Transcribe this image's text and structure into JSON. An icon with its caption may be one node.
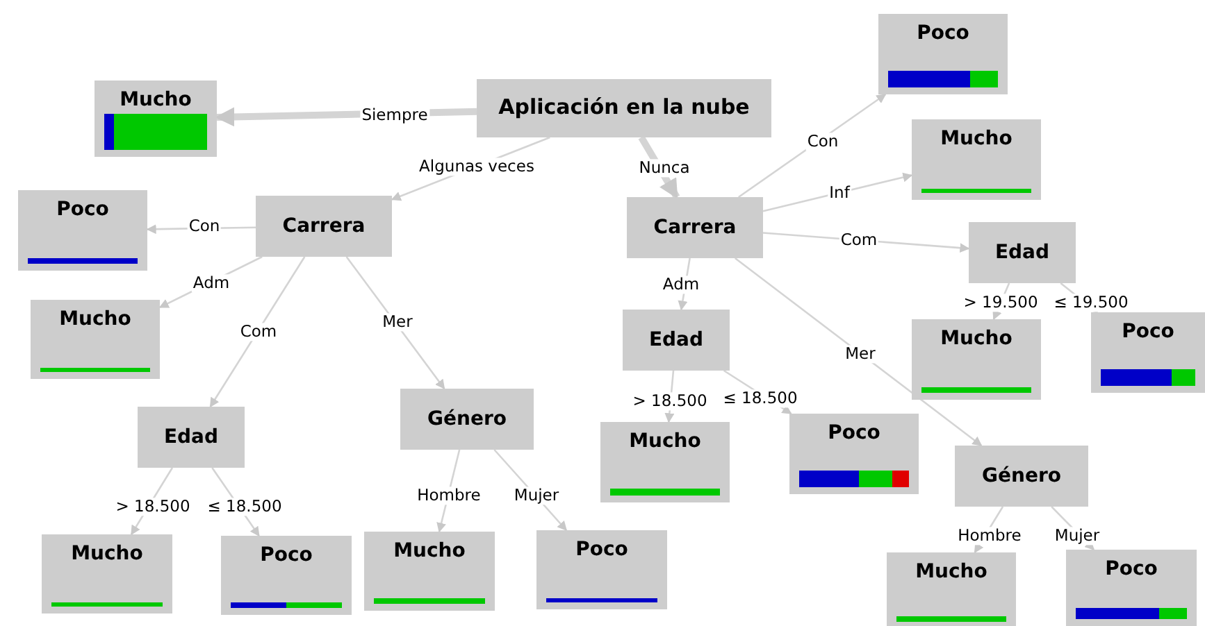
{
  "diagram": {
    "nodes": [
      {
        "text": [
          "Aplicación en la nube"
        ]
      },
      {
        "text": [
          "Mucho"
        ]
      },
      {
        "text": [
          "Carrera"
        ]
      },
      {
        "text": [
          "Poco"
        ]
      },
      {
        "text": [
          "Mucho"
        ]
      },
      {
        "text": [
          "Edad"
        ]
      },
      {
        "text": [
          "Género"
        ]
      },
      {
        "text": [
          "Mucho"
        ]
      },
      {
        "text": [
          "Poco"
        ]
      },
      {
        "text": [
          "Mucho"
        ]
      },
      {
        "text": [
          "Poco"
        ]
      },
      {
        "text": [
          "Carrera"
        ]
      },
      {
        "text": [
          "Poco"
        ]
      },
      {
        "text": [
          "Mucho"
        ]
      },
      {
        "text": [
          "Edad"
        ]
      },
      {
        "text": [
          "Edad"
        ]
      },
      {
        "text": [
          "Mucho"
        ]
      },
      {
        "text": [
          "Poco"
        ]
      },
      {
        "text": [
          "Mucho"
        ]
      },
      {
        "text": [
          "Poco"
        ]
      },
      {
        "text": [
          "Género"
        ]
      },
      {
        "text": [
          "Mucho"
        ]
      },
      {
        "text": [
          "Poco"
        ]
      }
    ],
    "edges": [
      {
        "from": 0,
        "to": 1,
        "arrow": "to",
        "label": "Siempre",
        "style": "thick"
      },
      {
        "from": 0,
        "to": 2,
        "arrow": "to",
        "label": "Algunas veces"
      },
      {
        "from": 0,
        "to": 11,
        "arrow": "to",
        "label": "Nunca",
        "style": "thick"
      },
      {
        "from": 2,
        "to": 3,
        "arrow": "to",
        "label": "Con"
      },
      {
        "from": 2,
        "to": 4,
        "arrow": "to",
        "label": "Adm"
      },
      {
        "from": 2,
        "to": 5,
        "arrow": "to",
        "label": "Com"
      },
      {
        "from": 2,
        "to": 6,
        "arrow": "to",
        "label": "Mer"
      },
      {
        "from": 5,
        "to": 7,
        "arrow": "to",
        "label": "> 18.500"
      },
      {
        "from": 5,
        "to": 8,
        "arrow": "to",
        "label": "≤ 18.500"
      },
      {
        "from": 6,
        "to": 9,
        "arrow": "to",
        "label": "Hombre"
      },
      {
        "from": 6,
        "to": 10,
        "arrow": "to",
        "label": "Mujer"
      },
      {
        "from": 11,
        "to": 12,
        "arrow": "to",
        "label": "Con"
      },
      {
        "from": 11,
        "to": 13,
        "arrow": "to",
        "label": "Inf"
      },
      {
        "from": 11,
        "to": 14,
        "arrow": "to",
        "label": "Com"
      },
      {
        "from": 11,
        "to": 15,
        "arrow": "to",
        "label": "Adm"
      },
      {
        "from": 11,
        "to": 20,
        "arrow": "to",
        "label": "Mer"
      },
      {
        "from": 14,
        "to": 16,
        "arrow": "to",
        "label": "> 19.500"
      },
      {
        "from": 14,
        "to": 17,
        "arrow": "to",
        "label": "≤ 19.500"
      },
      {
        "from": 15,
        "to": 18,
        "arrow": "to",
        "label": "> 18.500"
      },
      {
        "from": 15,
        "to": 19,
        "arrow": "to",
        "label": "≤ 18.500"
      },
      {
        "from": 20,
        "to": 21,
        "arrow": "to",
        "label": "Hombre"
      },
      {
        "from": 20,
        "to": 22,
        "arrow": "to",
        "label": "Mujer"
      }
    ]
  }
}
